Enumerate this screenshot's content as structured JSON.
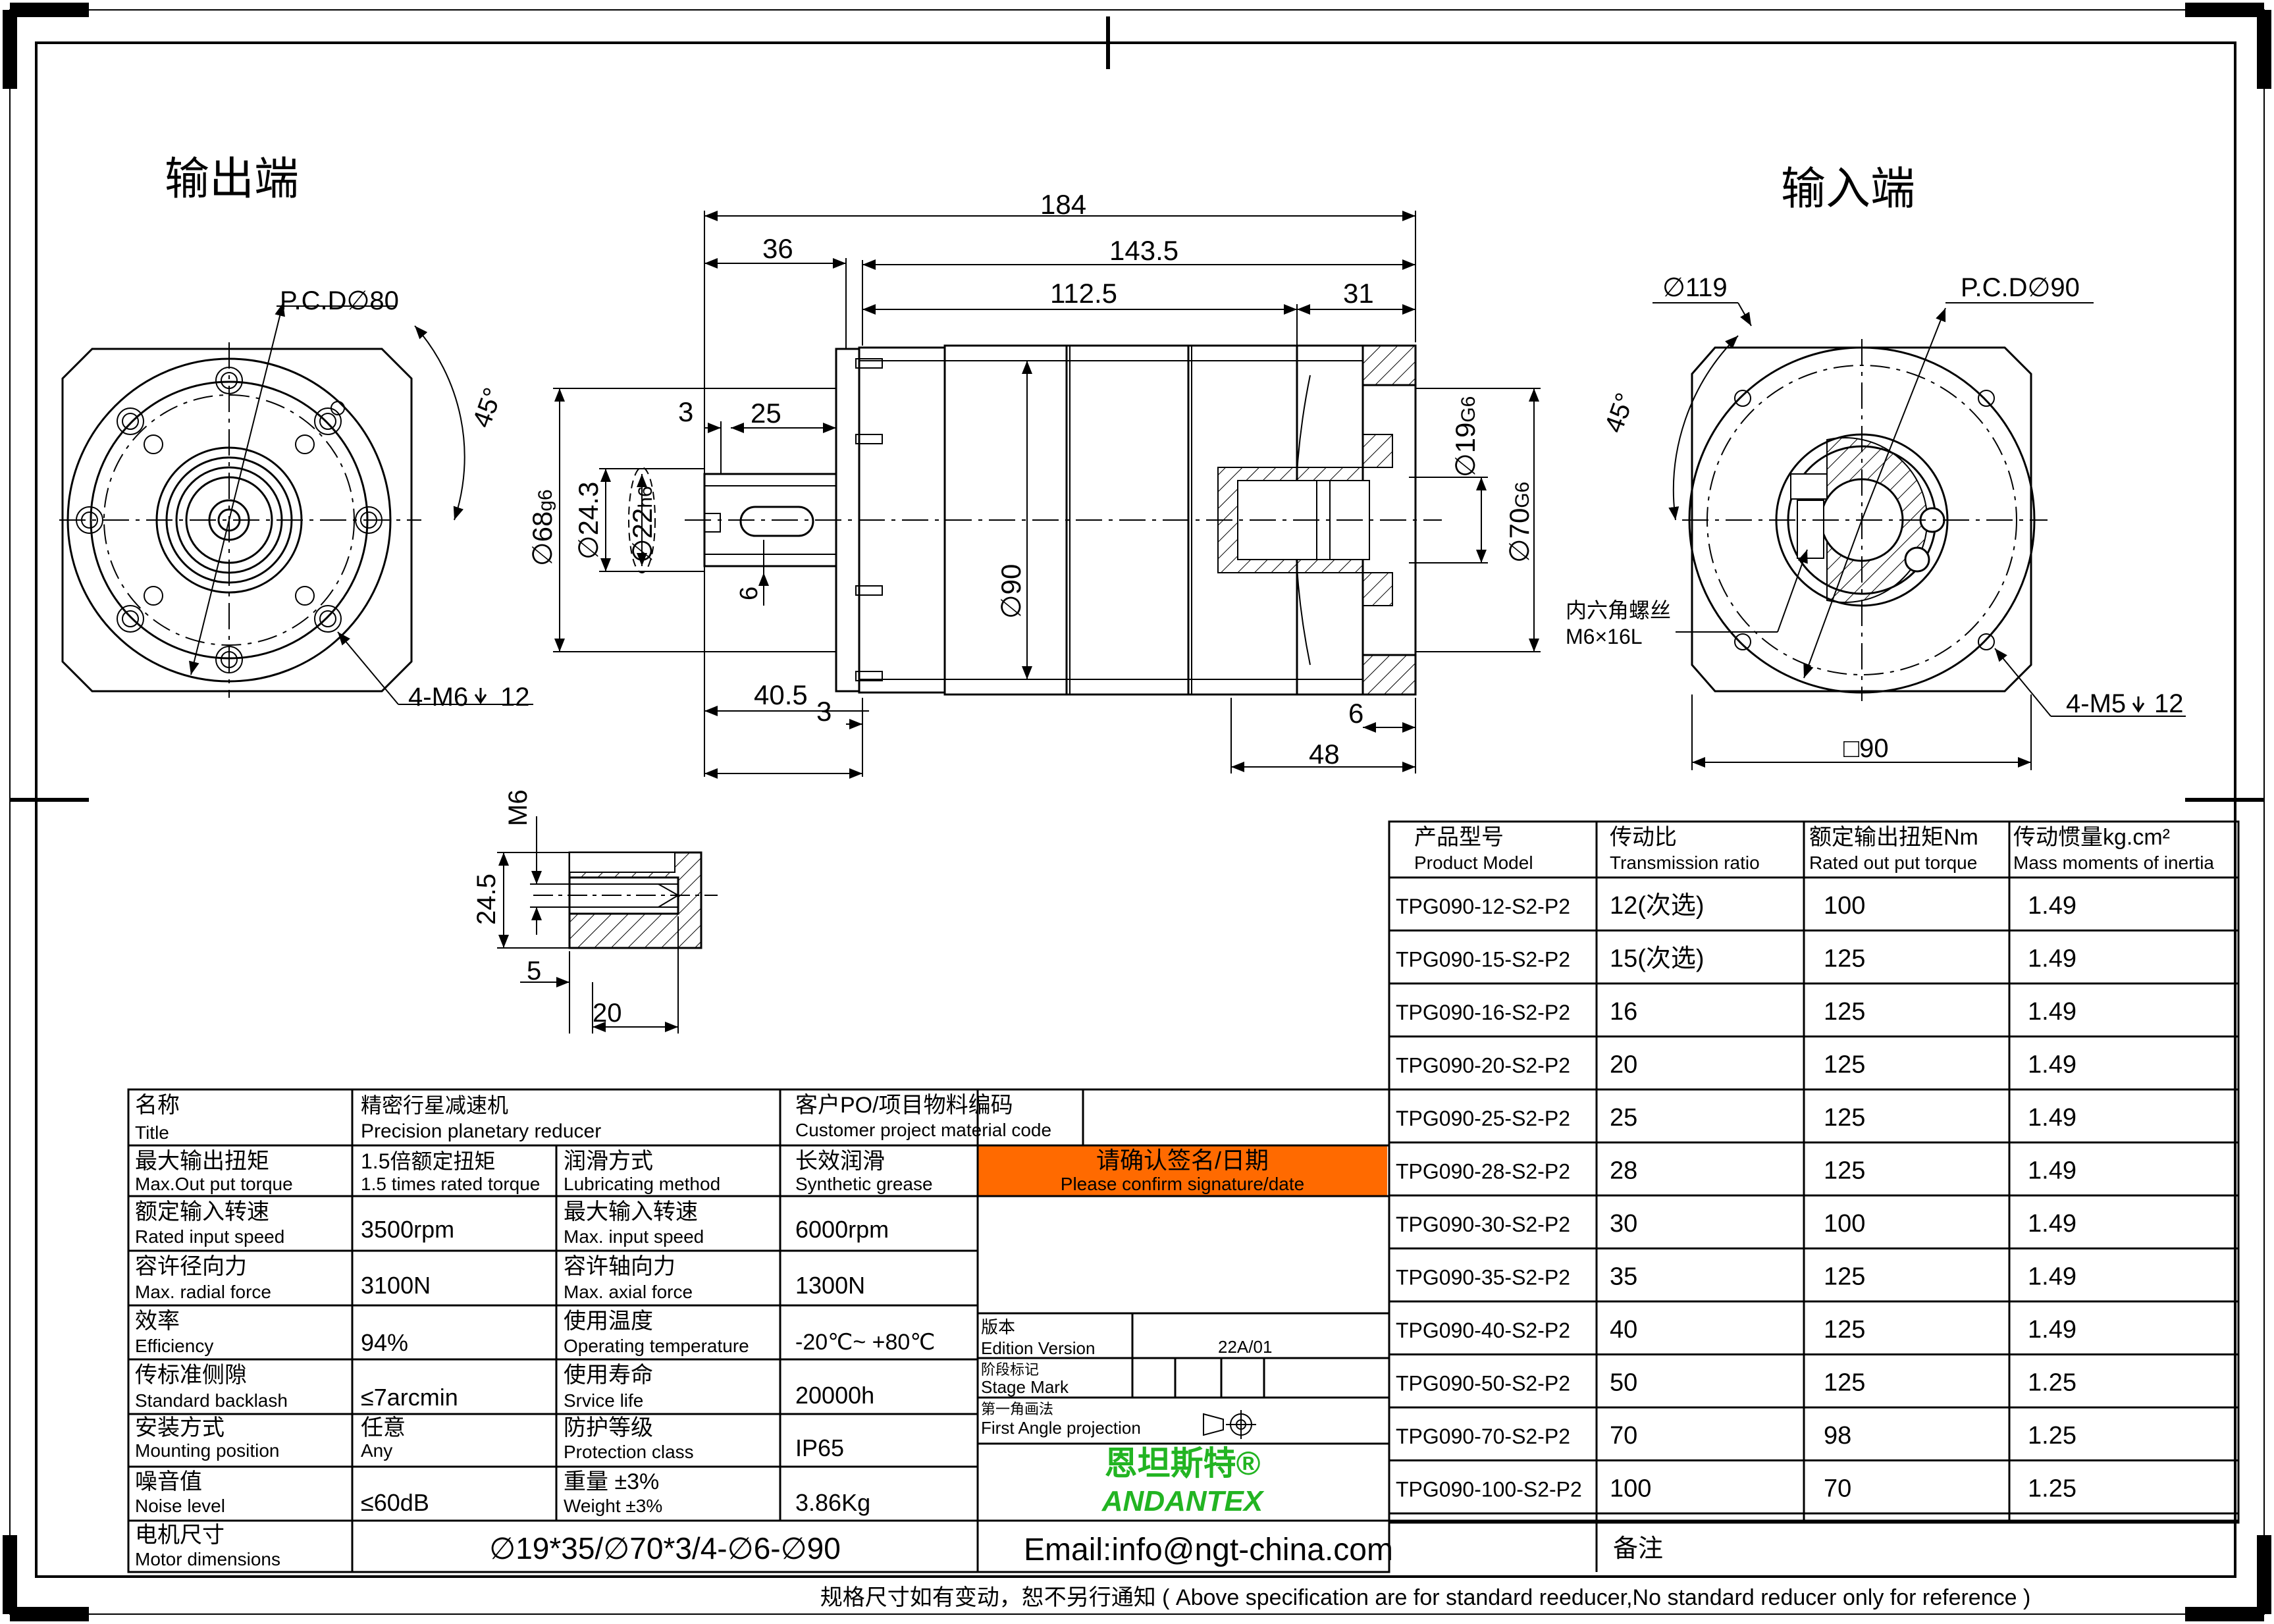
{
  "views": {
    "output_label": "输出端",
    "input_label": "输入端"
  },
  "dims": {
    "d184": "184",
    "d143_5": "143.5",
    "d112_5": "112.5",
    "d36": "36",
    "d31": "31",
    "d3a": "3",
    "d25": "25",
    "d68": "∅68",
    "d68_tol": "g6",
    "d24_3": "∅24.3",
    "d22": "∅22",
    "d22_tol": "h6",
    "d6": "6",
    "d90": "∅90",
    "d19": "∅19",
    "d19_tol": "G6",
    "d70": "∅70",
    "d70_tol": "G6",
    "d40_5": "40.5",
    "d3b": "3",
    "d6b": "6",
    "d48": "48",
    "pcd80": "P.C.D∅80",
    "angle_out": "45°",
    "m6_12": "4-M6",
    "m6_12_depth": "12",
    "d119": "∅119",
    "pcd90": "P.C.D∅90",
    "angle_in": "45°",
    "hex_cn": "内六角螺丝",
    "hex_en": "M6×16L",
    "m5_12": "4-M5",
    "m5_12_depth": "12",
    "sq90": "□90",
    "tap_m6": "M6",
    "tap_24_5": "24.5",
    "tap_5": "5",
    "tap_20": "20"
  },
  "spec_table": {
    "headers": [
      {
        "cn": "产品型号",
        "en": "Product Model"
      },
      {
        "cn": "传动比",
        "en": "Transmission ratio"
      },
      {
        "cn": "额定输出扭矩Nm",
        "en": "Rated out put torque"
      },
      {
        "cn": "传动惯量kg.cm²",
        "en": "Mass moments of inertia"
      }
    ],
    "rows": [
      [
        "TPG090-12-S2-P2",
        "12(次选)",
        "100",
        "1.49"
      ],
      [
        "TPG090-15-S2-P2",
        "15(次选)",
        "125",
        "1.49"
      ],
      [
        "TPG090-16-S2-P2",
        "16",
        "125",
        "1.49"
      ],
      [
        "TPG090-20-S2-P2",
        "20",
        "125",
        "1.49"
      ],
      [
        "TPG090-25-S2-P2",
        "25",
        "125",
        "1.49"
      ],
      [
        "TPG090-28-S2-P2",
        "28",
        "125",
        "1.49"
      ],
      [
        "TPG090-30-S2-P2",
        "30",
        "100",
        "1.49"
      ],
      [
        "TPG090-35-S2-P2",
        "35",
        "125",
        "1.49"
      ],
      [
        "TPG090-40-S2-P2",
        "40",
        "125",
        "1.49"
      ],
      [
        "TPG090-50-S2-P2",
        "50",
        "125",
        "1.25"
      ],
      [
        "TPG090-70-S2-P2",
        "70",
        "98",
        "1.25"
      ],
      [
        "TPG090-100-S2-P2",
        "100",
        "70",
        "1.25"
      ]
    ],
    "remark": "备注"
  },
  "info": {
    "title_cn": "名称",
    "title_en": "Title",
    "title_val_cn": "精密行星减速机",
    "title_val_en": "Precision planetary reducer",
    "cust_cn": "客户PO/项目物料编码",
    "cust_en": "Customer project material code",
    "maxtorque_cn": "最大输出扭矩",
    "maxtorque_en": "Max.Out put torque",
    "maxtorque_val_cn": "1.5倍额定扭矩",
    "maxtorque_val_en": "1.5 times rated torque",
    "lube_cn": "润滑方式",
    "lube_en": "Lubricating method",
    "lube_val_cn": "长效润滑",
    "lube_val_en": "Synthetic grease",
    "confirm_cn": "请确认签名/日期",
    "confirm_en": "Please confirm signature/date",
    "rated_speed_cn": "额定输入转速",
    "rated_speed_en": "Rated input speed",
    "rated_speed_val": "3500rpm",
    "max_speed_cn": "最大输入转速",
    "max_speed_en": "Max. input speed",
    "max_speed_val": "6000rpm",
    "radial_cn": "容许径向力",
    "radial_en": "Max. radial force",
    "radial_val": "3100N",
    "axial_cn": "容许轴向力",
    "axial_en": "Max. axial force",
    "axial_val": "1300N",
    "eff_cn": "效率",
    "eff_en": "Efficiency",
    "eff_val": "94%",
    "temp_cn": "使用温度",
    "temp_en": "Operating temperature",
    "temp_val": "-20℃~ +80℃",
    "backlash_cn": "传标准侧隙",
    "backlash_en": "Standard backlash",
    "backlash_val": "≤7arcmin",
    "life_cn": "使用寿命",
    "life_en": "Srvice life",
    "life_val": "20000h",
    "mount_cn": "安装方式",
    "mount_en": "Mounting position",
    "mount_val_cn": "任意",
    "mount_val_en": "Any",
    "protect_cn": "防护等级",
    "protect_en": "Protection class",
    "protect_val": "IP65",
    "noise_cn": "噪音值",
    "noise_en": "Noise level",
    "noise_val": "≤60dB",
    "weight_cn": "重量 ±3%",
    "weight_en": "Weight ±3%",
    "weight_val": "3.86Kg",
    "motor_cn": "电机尺寸",
    "motor_en": "Motor dimensions",
    "motor_val": "∅19*35/∅70*3/4-∅6-∅90",
    "edition_cn": "版本",
    "edition_en": "Edition Version",
    "edition_val": "22A/01",
    "stage_cn": "阶段标记",
    "stage_en": "Stage Mark",
    "proj_cn": "第一角画法",
    "proj_en": "First Angle projection",
    "brand_cn": "恩坦斯特®",
    "brand_en": "ANDANTEX",
    "email": "Email:info@ngt-china.com"
  },
  "footer": "规格尺寸如有变动，恕不另行通知 ( Above specification are for standard reeducer,No standard reducer only for reference )",
  "colors": {
    "confirm_bg": "#ff6a00",
    "brand": "#22b422",
    "line": "#000000"
  }
}
